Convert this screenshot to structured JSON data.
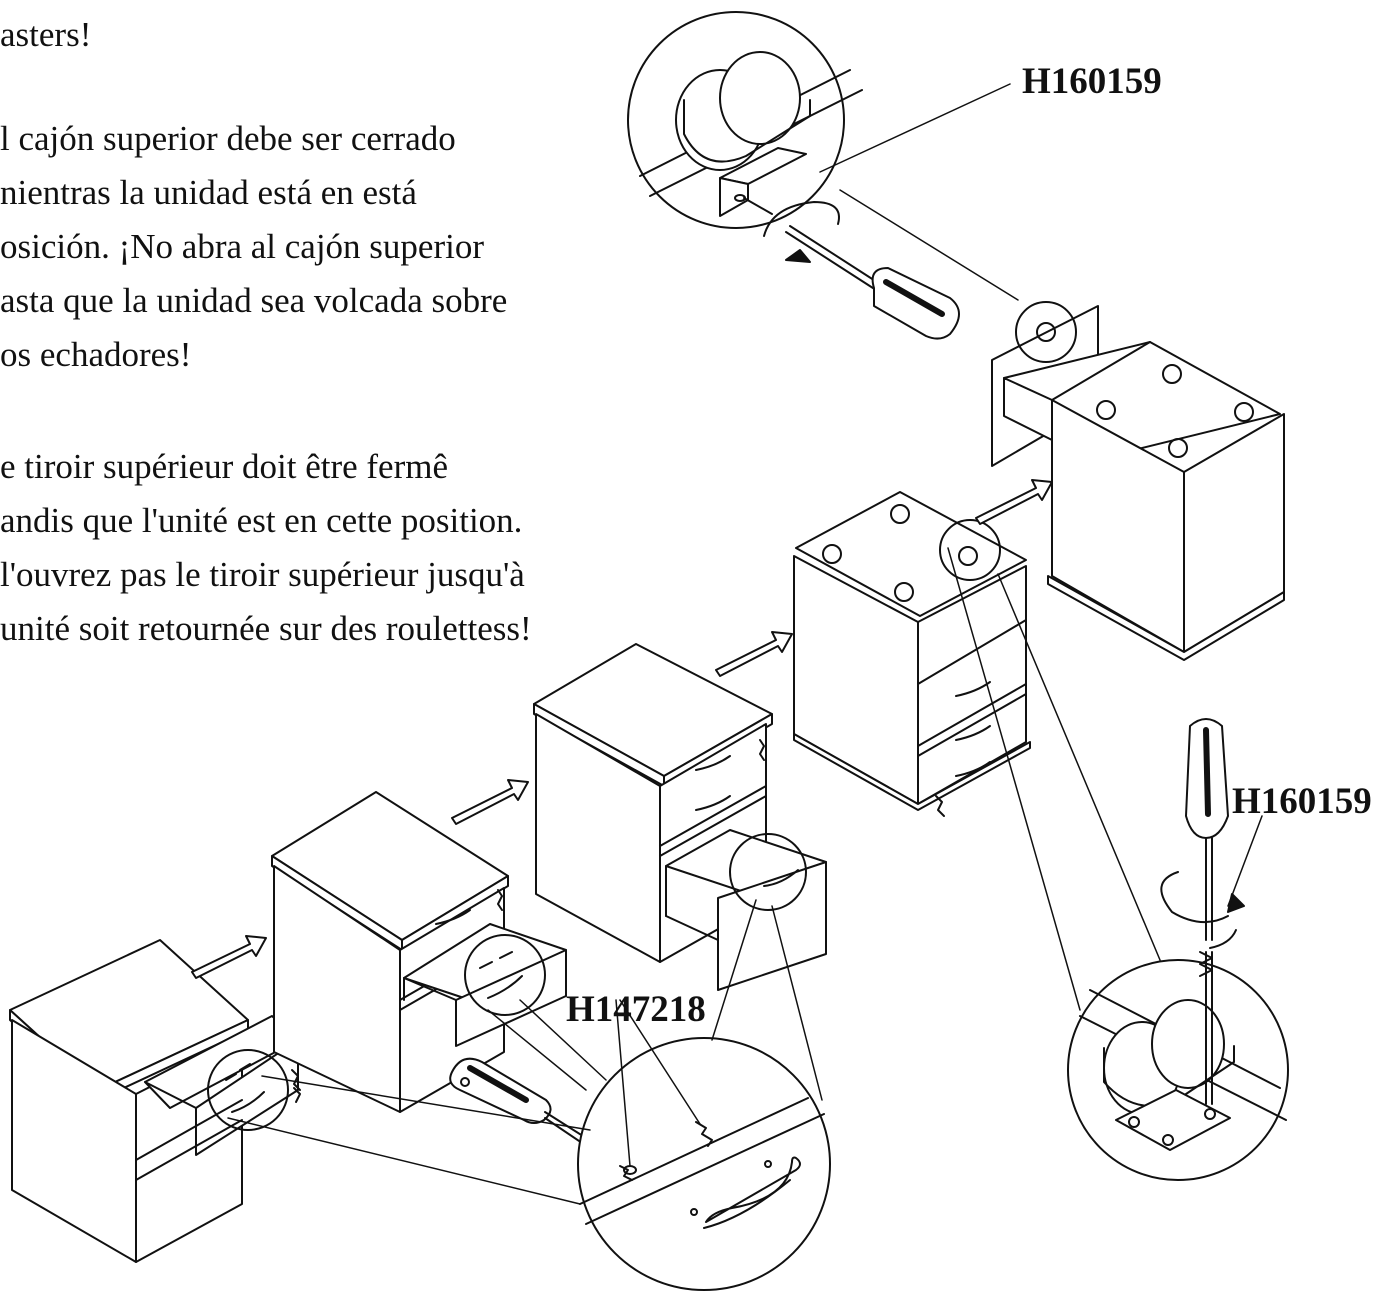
{
  "instructions": {
    "english_tail": "asters!",
    "spanish": [
      "l cajón superior debe ser cerrado",
      "nientras la unidad está en está",
      "osición. ¡No abra al cajón superior",
      "asta que la unidad sea volcada sobre",
      "os echadores!"
    ],
    "french": [
      "e tiroir supérieur doit être fermê",
      "andis que l'unité est en cette position.",
      "l'ouvrez pas le tiroir supérieur jusqu'à",
      "unité soit retournée sur des roulettess!"
    ]
  },
  "parts": {
    "top_caster_screw": "H160159",
    "right_caster_screw": "H160159",
    "handle_screw": "H147218"
  },
  "colors": {
    "ink": "#111111",
    "background": "#ffffff"
  }
}
